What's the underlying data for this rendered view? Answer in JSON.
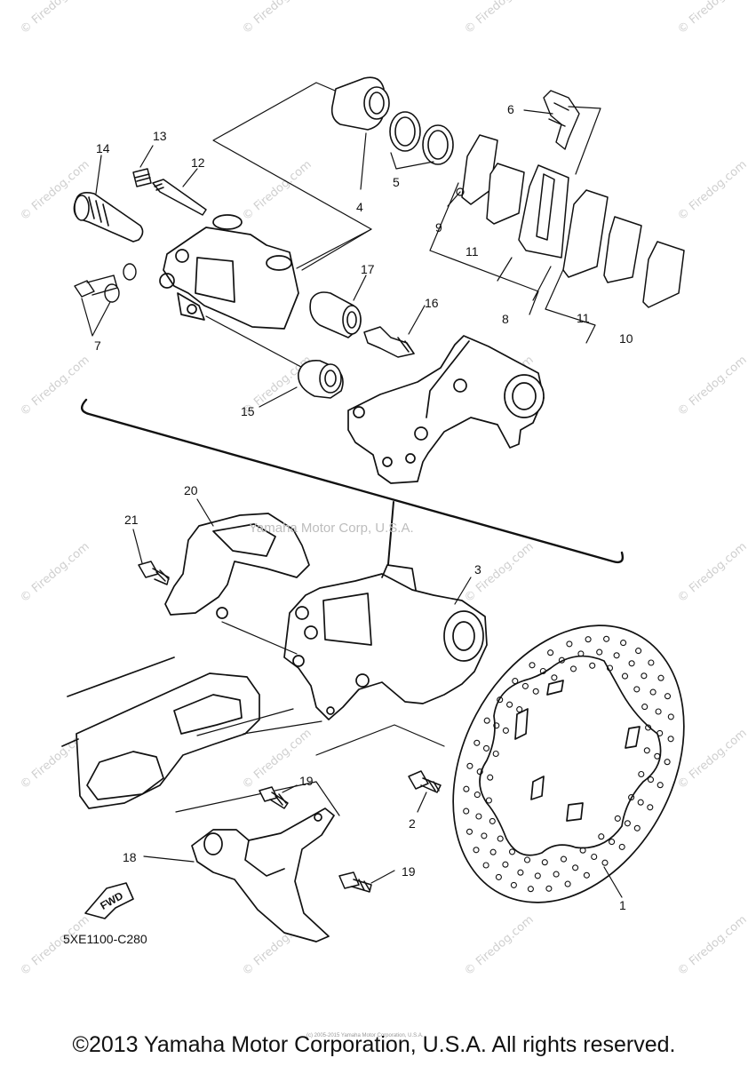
{
  "diagram": {
    "part_callouts": [
      "1",
      "2",
      "3",
      "4",
      "5",
      "6",
      "7",
      "8",
      "9",
      "10",
      "11",
      "11",
      "12",
      "13",
      "14",
      "15",
      "16",
      "17",
      "18",
      "19",
      "19",
      "20",
      "21"
    ],
    "fwd_label": "FWD",
    "diagram_code": "5XE1100-C280",
    "center_watermark": "Yamaha Motor Corp, U.S.A.",
    "watermark_text": "© Firedog.com",
    "tiny_copyright": "(c) 2005-2015 Yamaha Motor Corporation, U.S.A.",
    "copyright": "©2013 Yamaha Motor Corporation, U.S.A. All rights reserved."
  }
}
